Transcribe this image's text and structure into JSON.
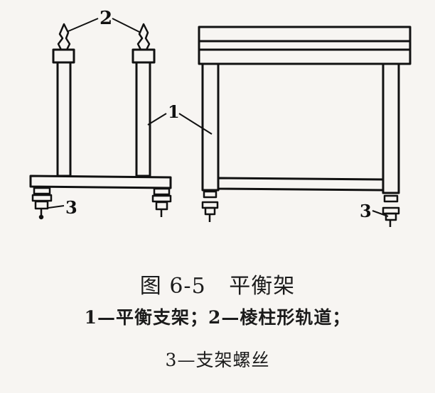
{
  "figure": {
    "number_prefix": "图",
    "number": "6-5",
    "title": "平衡架",
    "legend_line1": "1—平衡支架；2—棱柱形轨道；",
    "legend_line2": "3—支架螺丝",
    "callouts": {
      "label_1": "1",
      "label_2": "2",
      "label_3_left": "3",
      "label_3_right": "3"
    },
    "views": [
      "side-view-frame",
      "front-view-frame"
    ],
    "colors": {
      "ink": "#111111",
      "paper": "#f7f5f2"
    }
  }
}
